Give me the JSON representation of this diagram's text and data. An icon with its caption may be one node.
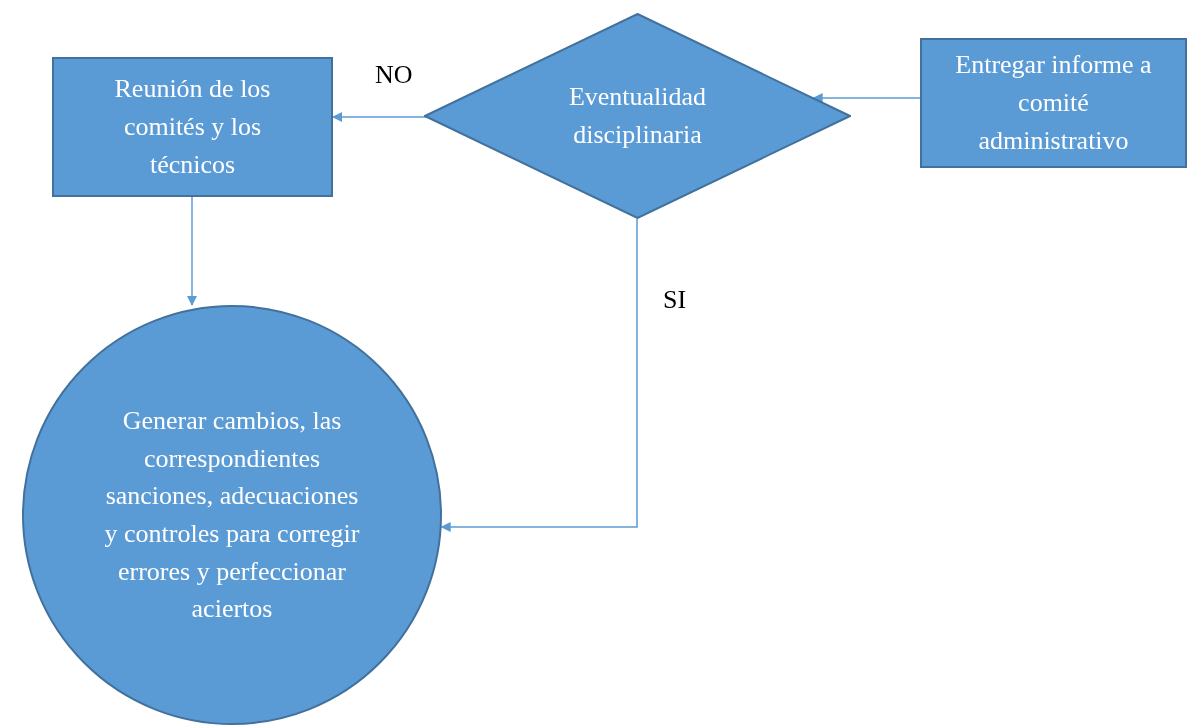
{
  "diagram": {
    "nodes": [
      {
        "text": [
          "Reunión de los comités y los técnicos"
        ]
      },
      {
        "text": [
          "Eventualidad disciplinaria"
        ]
      },
      {
        "text": [
          "Entregar informe a comité administrativo"
        ]
      },
      {
        "text": [
          "Generar cambios, las correspondientes sanciones, adecuaciones y controles para corregir errores y perfeccionar aciertos"
        ]
      }
    ],
    "edges": [
      {
        "from": 2,
        "to": 1,
        "arrow": "to"
      },
      {
        "from": 1,
        "to": 0,
        "arrow": "to",
        "label": "NO"
      },
      {
        "from": 0,
        "to": 3,
        "arrow": "to"
      },
      {
        "from": 1,
        "to": 3,
        "arrow": "to",
        "label": "SI"
      }
    ]
  }
}
